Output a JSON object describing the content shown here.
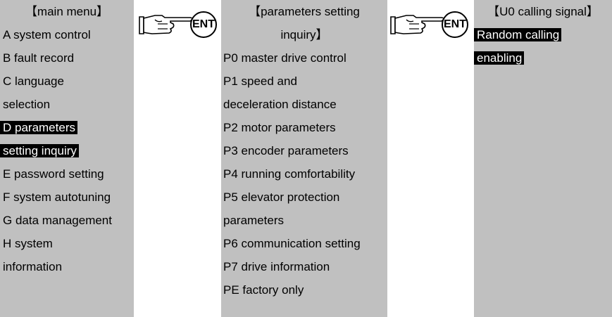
{
  "main_menu": {
    "title": "【main menu】",
    "items": [
      {
        "lines": [
          "A system control"
        ],
        "highlighted": false
      },
      {
        "lines": [
          "B fault record"
        ],
        "highlighted": false
      },
      {
        "lines": [
          "C language",
          "selection"
        ],
        "highlighted": false
      },
      {
        "lines": [
          "D parameters",
          "setting inquiry"
        ],
        "highlighted": true
      },
      {
        "lines": [
          "E password setting"
        ],
        "highlighted": false
      },
      {
        "lines": [
          "F system autotuning"
        ],
        "highlighted": false
      },
      {
        "lines": [
          "G data management"
        ],
        "highlighted": false
      },
      {
        "lines": [
          "H system",
          "information"
        ],
        "highlighted": false
      }
    ]
  },
  "params_menu": {
    "title_line1": "【parameters setting",
    "title_line2": "inquiry】",
    "items": [
      {
        "lines": [
          "P0 master drive control"
        ]
      },
      {
        "lines": [
          "P1 speed and",
          "deceleration distance"
        ]
      },
      {
        "lines": [
          "P2 motor parameters"
        ]
      },
      {
        "lines": [
          "P3 encoder parameters"
        ]
      },
      {
        "lines": [
          "P4 running comfortability"
        ]
      },
      {
        "lines": [
          "P5 elevator protection",
          "parameters"
        ]
      },
      {
        "lines": [
          "P6 communication setting"
        ]
      },
      {
        "lines": [
          "P7 drive information"
        ]
      },
      {
        "lines": [
          "PE factory only"
        ]
      }
    ]
  },
  "u0_menu": {
    "title": "【U0 calling signal】",
    "items": [
      {
        "lines": [
          "Random calling",
          "enabling"
        ],
        "highlighted": true
      }
    ]
  },
  "arrows": [
    {
      "key_label": "ENT",
      "icon": "pointing-hand-icon"
    },
    {
      "key_label": "ENT",
      "icon": "pointing-hand-icon"
    }
  ]
}
